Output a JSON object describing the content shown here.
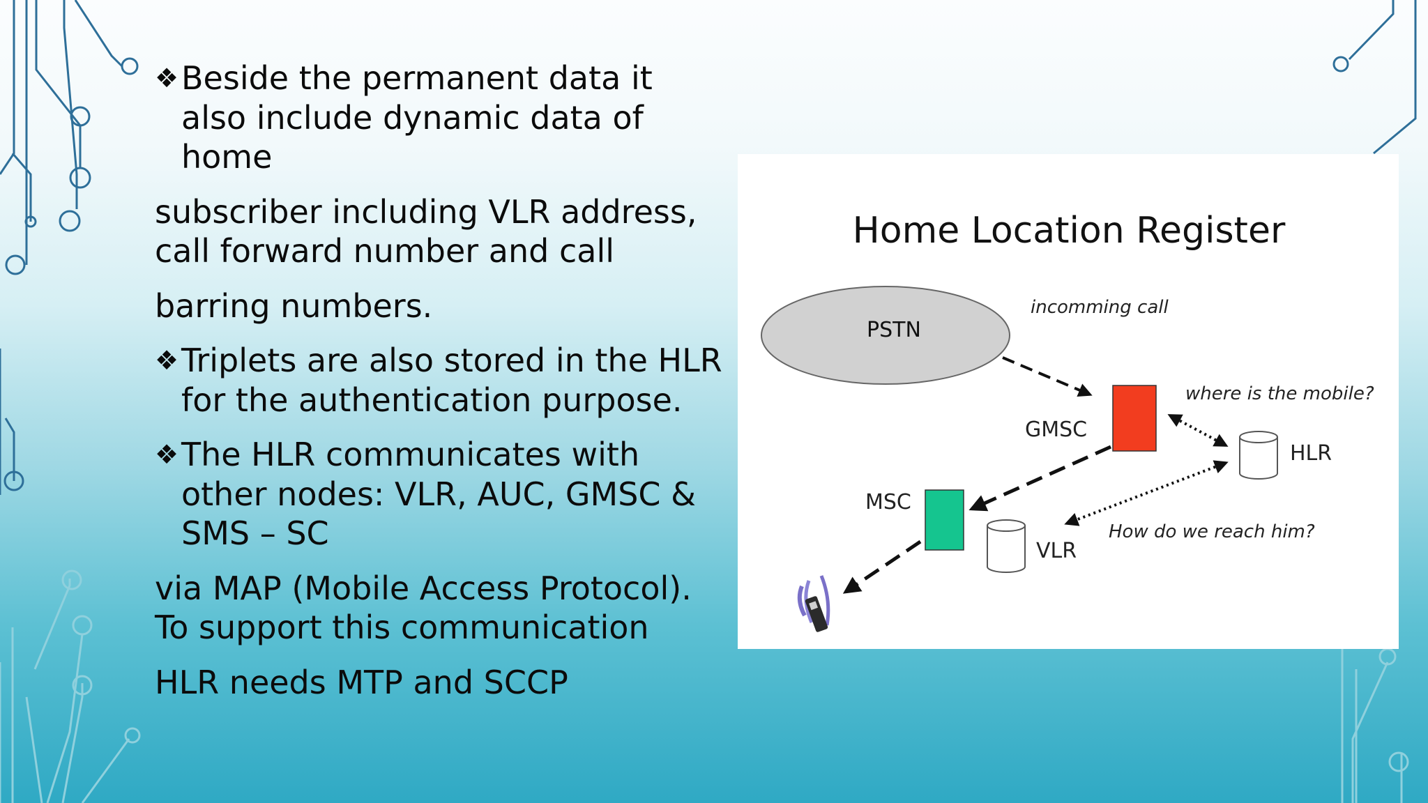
{
  "slide": {
    "paragraphs": [
      {
        "kind": "bullet",
        "marker": "❖",
        "text": "Beside the permanent data it also include dynamic data of home"
      },
      {
        "kind": "plain",
        "text": "subscriber including VLR address, call forward number and call"
      },
      {
        "kind": "plain",
        "text": "barring numbers."
      },
      {
        "kind": "bullet",
        "marker": "❖",
        "text": "Triplets are also stored in the HLR for the authentication purpose."
      },
      {
        "kind": "bullet",
        "marker": "❖",
        "text": "The HLR communicates with other nodes: VLR, AUC, GMSC & SMS – SC"
      },
      {
        "kind": "plain",
        "text": "via MAP (Mobile Access Protocol). To support this communication"
      },
      {
        "kind": "plain",
        "text": "HLR needs MTP and SCCP"
      }
    ]
  },
  "diagram": {
    "title": "Home Location Register",
    "pstn_label": "PSTN",
    "incoming_call_label": "incomming call",
    "gmsc_label": "GMSC",
    "where_label": "where is the mobile?",
    "hlr_label": "HLR",
    "msc_label": "MSC",
    "vlr_label": "VLR",
    "reach_label": "How do we reach him?",
    "colors": {
      "gmsc": "#f23d1f",
      "msc": "#15c58f",
      "pstn": "#d1d1d1"
    }
  },
  "theme": {
    "accent_line": "#2e6f99"
  }
}
